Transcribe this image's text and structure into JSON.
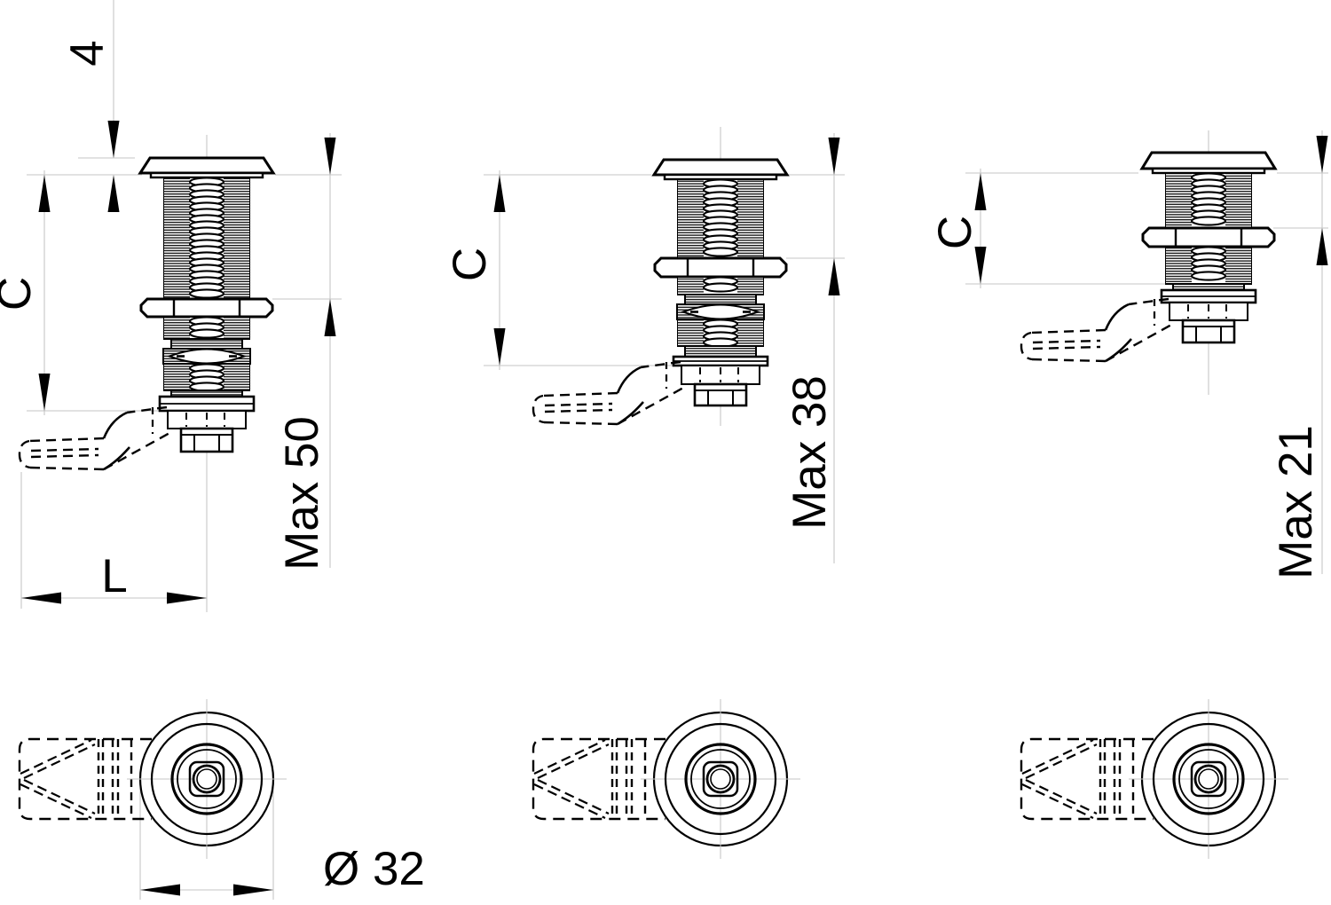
{
  "labels": {
    "side1": {
      "head_thickness": "4",
      "grip": "C",
      "max_grip": "Max 50",
      "lever_length": "L"
    },
    "side2": {
      "grip": "C",
      "max_grip": "Max 38"
    },
    "side3": {
      "grip": "C",
      "max_grip": "Max 21"
    },
    "bottom1": {
      "diameter": "Ø 32"
    }
  },
  "colors": {
    "line": "#000000",
    "hairline": "#c6c6c6",
    "background": "#ffffff"
  }
}
